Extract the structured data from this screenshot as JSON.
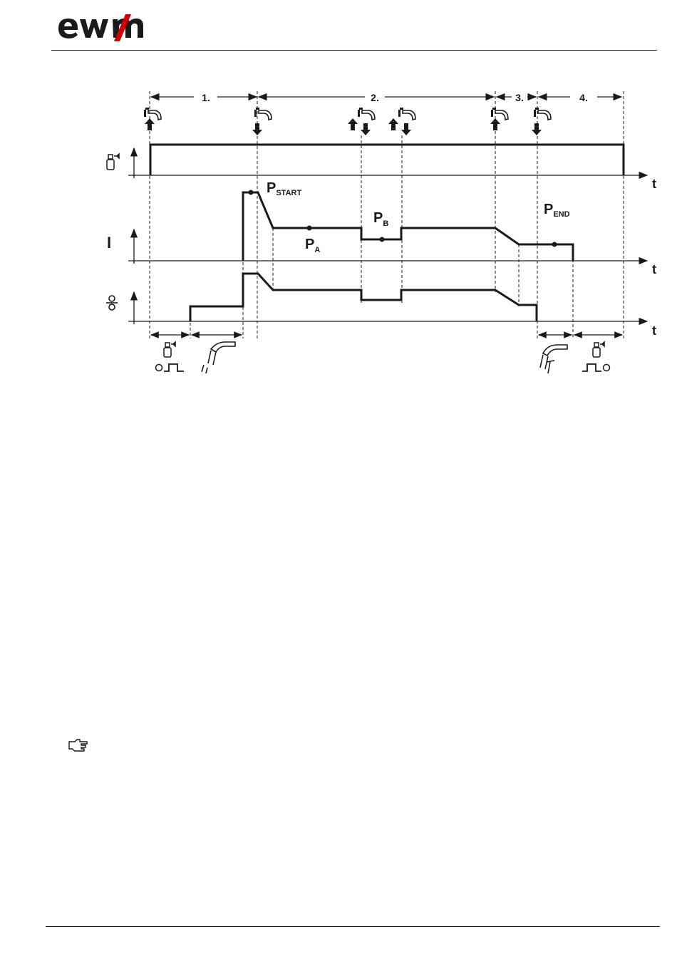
{
  "brand": {
    "name": "ewm",
    "color": "#cc0000"
  },
  "diagram": {
    "phases": [
      "1.",
      "2.",
      "3.",
      "4."
    ],
    "axis_t": "t",
    "current_label": "I",
    "params": {
      "p_start": {
        "main": "P",
        "sub": "START"
      },
      "p_a": {
        "main": "P",
        "sub": "A"
      },
      "p_b": {
        "main": "P",
        "sub": "B"
      },
      "p_end": {
        "main": "P",
        "sub": "END"
      }
    },
    "rows": [
      {
        "name": "gas",
        "icon": "gas-cylinder-icon"
      },
      {
        "name": "current",
        "label": "I"
      },
      {
        "name": "wire-feed",
        "icon": "wire-feed-icon"
      }
    ],
    "trigger_sequence": [
      "press",
      "release",
      "press",
      "release",
      "press",
      "release",
      "press",
      "release"
    ],
    "bottom_icons": [
      "gas-pre-flow-time-icon",
      "wire-creep-speed-icon",
      "burn-back-icon",
      "gas-post-flow-time-icon"
    ]
  },
  "note": {
    "icon": "pointing-hand-icon"
  }
}
